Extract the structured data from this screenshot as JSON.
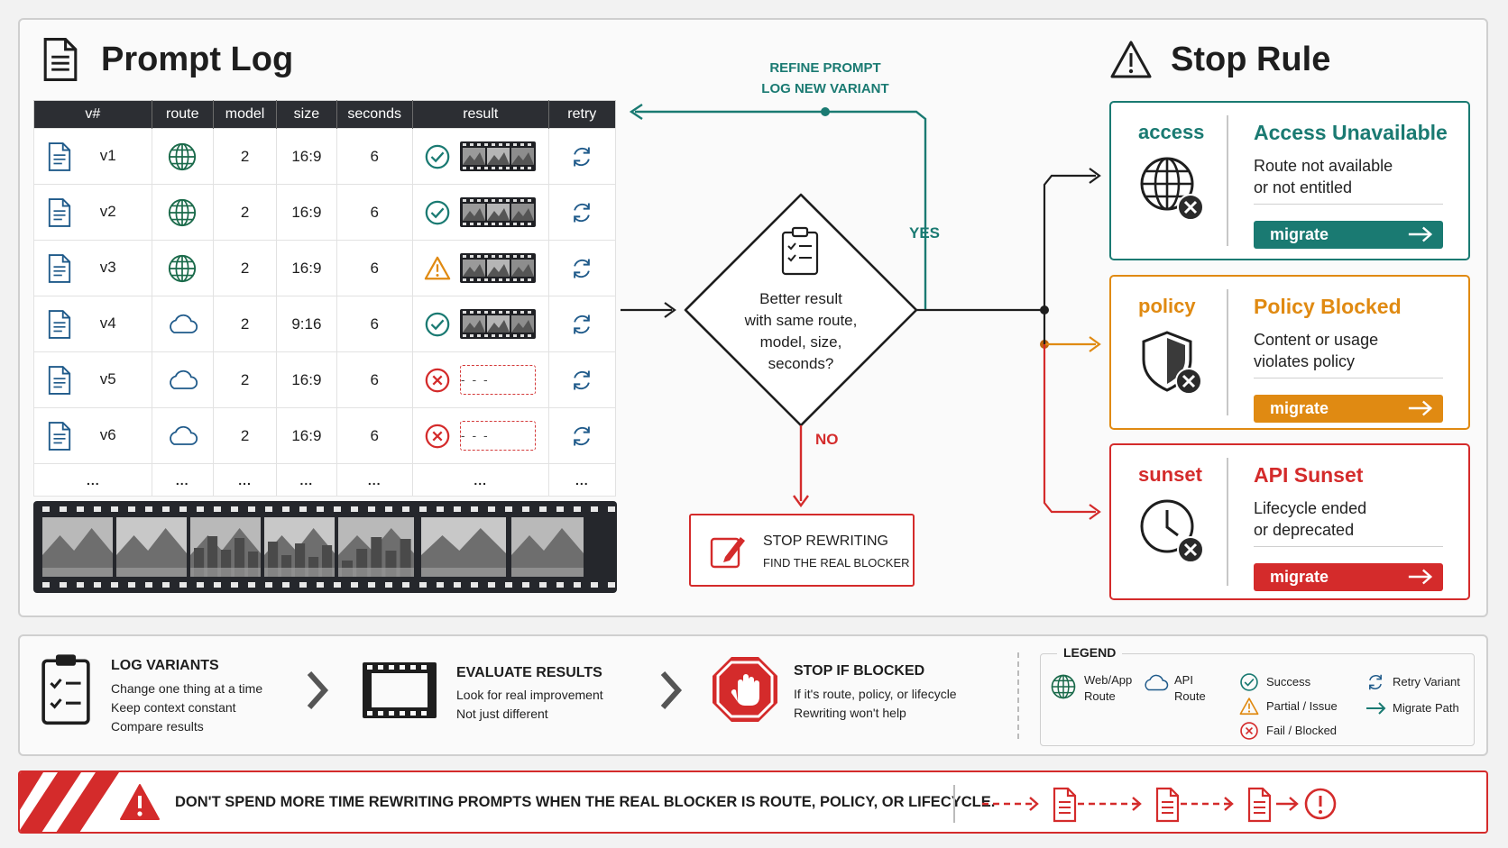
{
  "prompt_log": {
    "title": "Prompt Log",
    "columns": [
      "v#",
      "route",
      "model",
      "size",
      "seconds",
      "result",
      "retry"
    ],
    "rows": [
      {
        "v": "v1",
        "route_icon": "globe-icon",
        "model": "2",
        "size": "16:9",
        "seconds": "6",
        "result_icon": "success-icon",
        "output": "film"
      },
      {
        "v": "v2",
        "route_icon": "globe-icon",
        "model": "2",
        "size": "16:9",
        "seconds": "6",
        "result_icon": "success-icon",
        "output": "film"
      },
      {
        "v": "v3",
        "route_icon": "globe-icon",
        "model": "2",
        "size": "16:9",
        "seconds": "6",
        "result_icon": "partial-icon",
        "output": "film"
      },
      {
        "v": "v4",
        "route_icon": "cloud-icon",
        "model": "2",
        "size": "9:16",
        "seconds": "6",
        "result_icon": "success-icon",
        "output": "film"
      },
      {
        "v": "v5",
        "route_icon": "cloud-icon",
        "model": "2",
        "size": "16:9",
        "seconds": "6",
        "result_icon": "fail-icon",
        "output": "- - -"
      },
      {
        "v": "v6",
        "route_icon": "cloud-icon",
        "model": "2",
        "size": "16:9",
        "seconds": "6",
        "result_icon": "fail-icon",
        "output": "- - -"
      }
    ],
    "ellipsis": "..."
  },
  "flow": {
    "refine_line1": "REFINE PROMPT",
    "refine_line2": "LOG NEW VARIANT",
    "yes": "YES",
    "no": "NO",
    "decision_line1": "Better result",
    "decision_line2": "with same route,",
    "decision_line3": "model, size,",
    "decision_line4": "seconds?",
    "stop_title": "STOP REWRITING",
    "stop_sub": "FIND THE REAL BLOCKER"
  },
  "stop_rule": {
    "title": "Stop Rule",
    "cards": [
      {
        "key": "access",
        "head": "Access Unavailable",
        "line1": "Route not available",
        "line2": "or not entitled",
        "button": "migrate",
        "color": "#1a7a72"
      },
      {
        "key": "policy",
        "head": "Policy Blocked",
        "line1": "Content or usage",
        "line2": "violates policy",
        "button": "migrate",
        "color": "#e08a12"
      },
      {
        "key": "sunset",
        "head": "API Sunset",
        "line1": "Lifecycle ended",
        "line2": "or deprecated",
        "button": "migrate",
        "color": "#d42b2b"
      }
    ]
  },
  "steps": [
    {
      "title": "LOG VARIANTS",
      "lines": [
        "Change one thing at a time",
        "Keep context constant",
        "Compare results"
      ]
    },
    {
      "title": "EVALUATE RESULTS",
      "lines": [
        "Look for real improvement",
        "Not just different"
      ]
    },
    {
      "title": "STOP IF BLOCKED",
      "lines": [
        "If it's route, policy, or lifecycle",
        "Rewriting won't help"
      ]
    }
  ],
  "legend": {
    "title": "LEGEND",
    "web_app_1": "Web/App",
    "web_app_2": "Route",
    "api_1": "API",
    "api_2": "Route",
    "success": "Success",
    "partial": "Partial / Issue",
    "fail": "Fail / Blocked",
    "retry": "Retry Variant",
    "migrate": "Migrate Path"
  },
  "banner": {
    "text": "DON'T SPEND MORE TIME REWRITING PROMPTS WHEN THE REAL BLOCKER IS ROUTE, POLICY, OR LIFECYCLE."
  },
  "colors": {
    "teal": "#1a7a72",
    "orange": "#e08a12",
    "red": "#d42b2b",
    "dark": "#2c2e33"
  }
}
